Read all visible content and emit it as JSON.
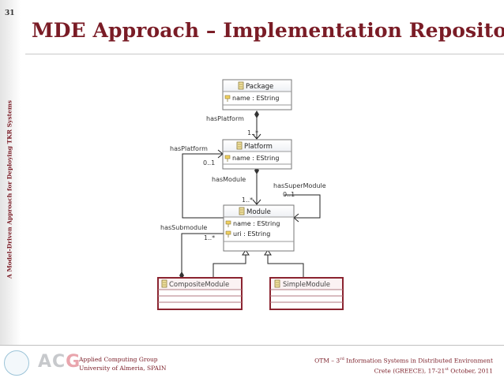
{
  "slide_number": "31",
  "side_title": "A Model-Driven Approach for Deploying TKR Systems",
  "title": "MDE Approach – Implementation Repository",
  "classes": {
    "package": {
      "name": "Package",
      "attributes": [
        "name : EString"
      ]
    },
    "platform": {
      "name": "Platform",
      "attributes": [
        "name : EString"
      ]
    },
    "module": {
      "name": "Module",
      "attributes": [
        "name : EString",
        "uri : EString"
      ]
    },
    "composite": {
      "name": "CompositeModule"
    },
    "simple": {
      "name": "SimpleModule"
    }
  },
  "edges": {
    "pkg_platform_label": "hasPlatform",
    "pkg_platform_mult": "1..*",
    "module_platform_label": "hasPlatform",
    "module_platform_mult": "0..1",
    "platform_module_label": "hasModule",
    "platform_module_mult": "1..*",
    "super_label": "hasSuperModule",
    "super_mult": "0..1",
    "sub_label": "hasSubmodule",
    "sub_mult": "1..*"
  },
  "footer": {
    "logo": "ACG",
    "group": "Applied Computing Group",
    "university": "University of Almeria, SPAIN",
    "conf_pre": "OTM – 3",
    "conf_sup": "rd",
    "conf_post": " Information Systems in Distributed Environment",
    "loc_pre": "Crete (GREECE), 17-21",
    "loc_sup": "st",
    "loc_post": " October, 2011"
  }
}
